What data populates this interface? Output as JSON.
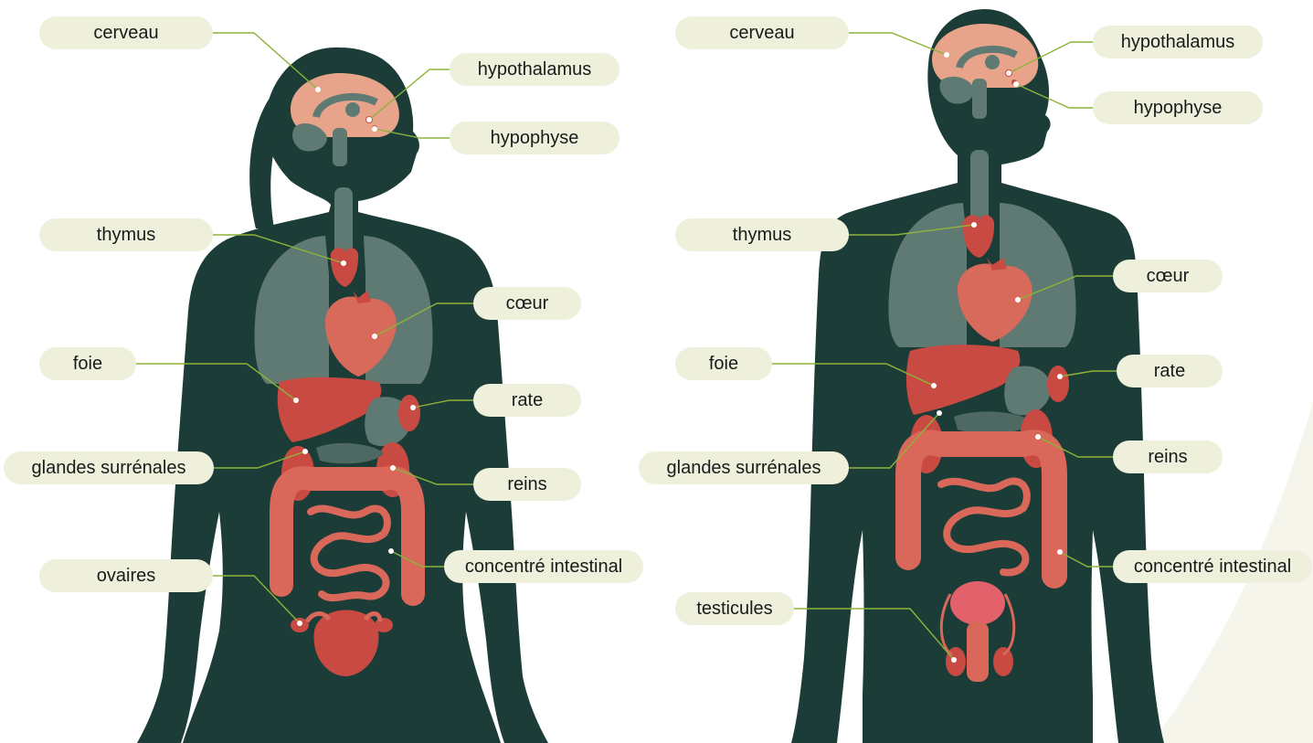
{
  "colors": {
    "body": "#1c3d37",
    "organ_grey": "#5f7a72",
    "organ_grey_dark": "#4e6962",
    "brain": "#e8a48a",
    "organ_red": "#c84a42",
    "organ_red_light": "#d86a5c",
    "intestine": "#d9675a",
    "leader_line": "#8db33a",
    "label_bg": "#eef0dc"
  },
  "female": {
    "labels": {
      "cerveau": "cerveau",
      "hypothalamus": "hypothalamus",
      "hypophyse": "hypophyse",
      "thymus": "thymus",
      "coeur": "cœur",
      "foie": "foie",
      "rate": "rate",
      "surrenales": "glandes surrénales",
      "reins": "reins",
      "ovaires": "ovaires",
      "intestinal": "concentré intestinal"
    }
  },
  "male": {
    "labels": {
      "cerveau": "cerveau",
      "hypothalamus": "hypothalamus",
      "hypophyse": "hypophyse",
      "thymus": "thymus",
      "coeur": "cœur",
      "foie": "foie",
      "rate": "rate",
      "surrenales": "glandes surrénales",
      "reins": "reins",
      "intestinal": "concentré intestinal",
      "testicules": "testicules"
    }
  }
}
